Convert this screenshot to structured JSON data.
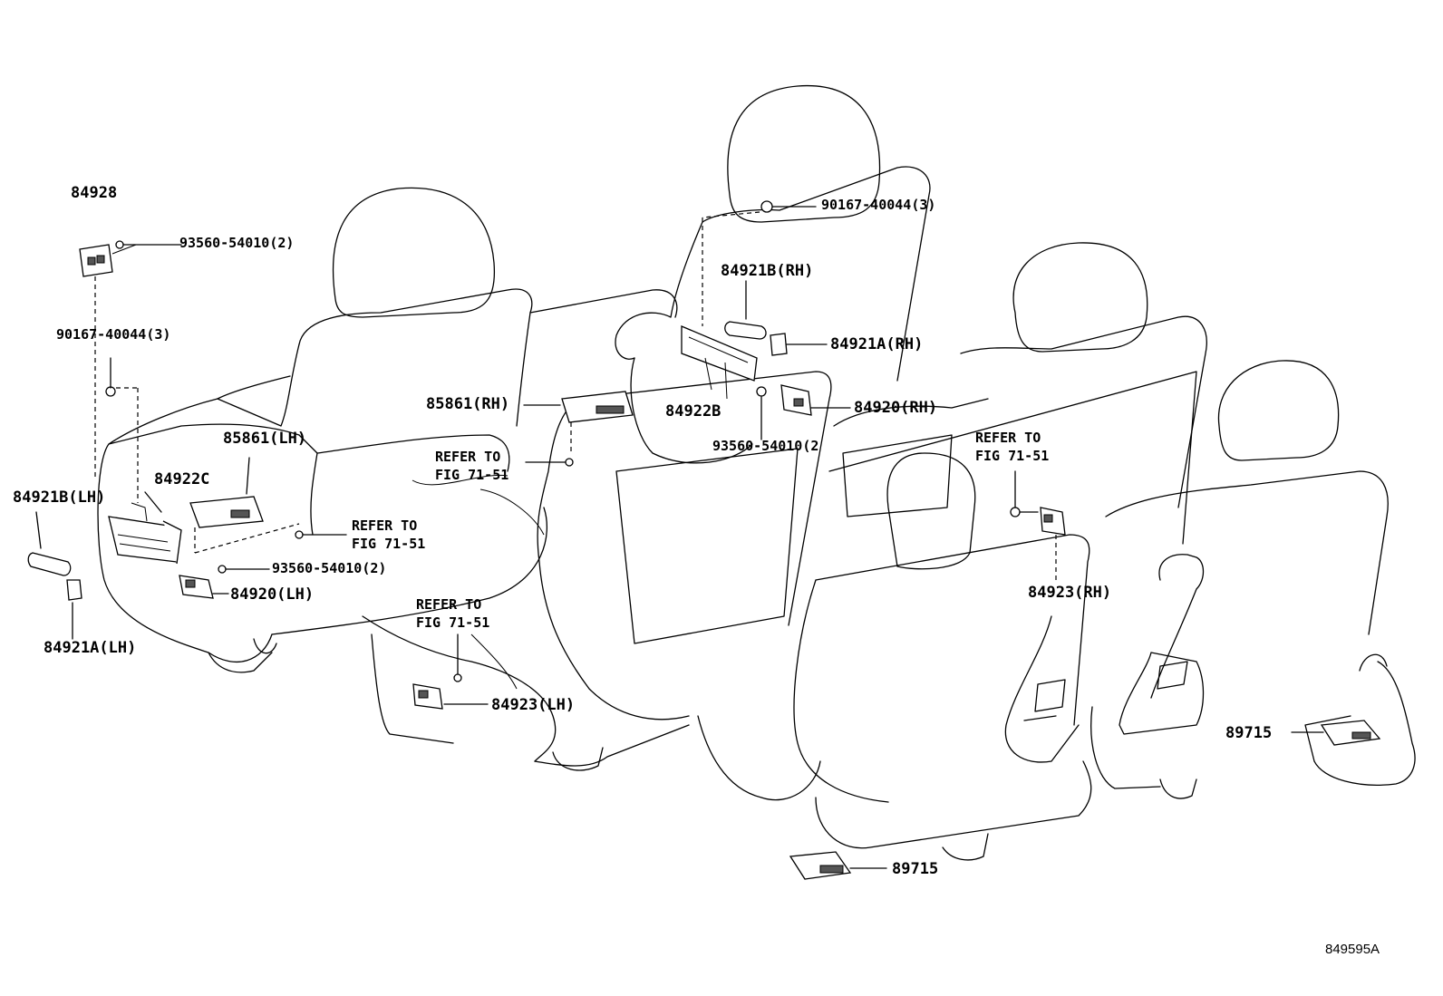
{
  "labels": {
    "p84928": "84928",
    "p93560_a": "93560-54010(2)",
    "p90167_a": "90167-40044(3)",
    "p84921B_LH": "84921B(LH)",
    "p84922C": "84922C",
    "p85861_LH": "85861(LH)",
    "ref_1": "REFER TO\nFIG 71-51",
    "p93560_b": "93560-54010(2)",
    "p84920_LH": "84920(LH)",
    "p84921A_LH": "84921A(LH)",
    "p90167_b": "90167-40044(3)",
    "p84921B_RH": "84921B(RH)",
    "p84921A_RH": "84921A(RH)",
    "p85861_RH": "85861(RH)",
    "p84922B": "84922B",
    "p84920_RH": "84920(RH)",
    "p93560_c": "93560-54010(2",
    "ref_2": "REFER TO\nFIG 71-51",
    "ref_3": "REFER TO\nFIG 71-51",
    "ref_4": "REFER TO\nFIG 71-51",
    "p84923_RH": "84923(RH)",
    "p84923_LH": "84923(LH)",
    "p89715_a": "89715",
    "p89715_b": "89715",
    "diagram_code": "849595A"
  }
}
